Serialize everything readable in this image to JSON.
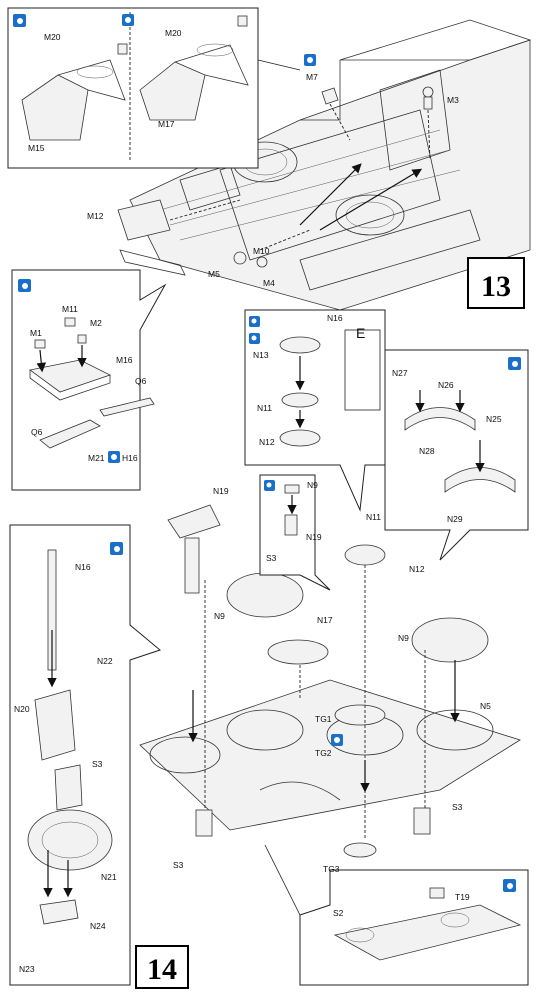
{
  "steps": {
    "step13": "13",
    "step14": "14"
  },
  "tags": {
    "e_box": "E"
  },
  "parts": {
    "m20_a": "M20",
    "m15": "M15",
    "m20_b": "M20",
    "m17": "M17",
    "m7": "M7",
    "m3": "M3",
    "m12": "M12",
    "m10": "M10",
    "m5": "M5",
    "m4": "M4",
    "m11": "M11",
    "m1": "M1",
    "m2": "M2",
    "m16": "M16",
    "q6_a": "Q6",
    "q6_b": "Q6",
    "m21": "M21",
    "h16": "H16",
    "n16_a": "N16",
    "n13": "N13",
    "n11_a": "N11",
    "n12_a": "N12",
    "n27": "N27",
    "n26": "N26",
    "n25": "N25",
    "n28": "N28",
    "n29": "N29",
    "n19_a": "N19",
    "n9_a": "N9",
    "n19_b": "N19",
    "s3_a": "S3",
    "n11_b": "N11",
    "n12_b": "N12",
    "n17": "N17",
    "n9_b": "N9",
    "n9_c": "N9",
    "n5": "N5",
    "tg1": "TG1",
    "tg2": "TG2",
    "s3_b": "S3",
    "s3_c": "S3",
    "tg3": "TG3",
    "n16_b": "N16",
    "n22": "N22",
    "n20": "N20",
    "s3_d": "S3",
    "n21": "N21",
    "n24": "N24",
    "n23": "N23",
    "s2": "S2",
    "t19": "T19"
  },
  "icons": {
    "paint": "paint-drop-icon",
    "alternative": "alternative-part-icon"
  },
  "colors": {
    "icon_blue": "#1a6fc9",
    "line": "#222222"
  }
}
